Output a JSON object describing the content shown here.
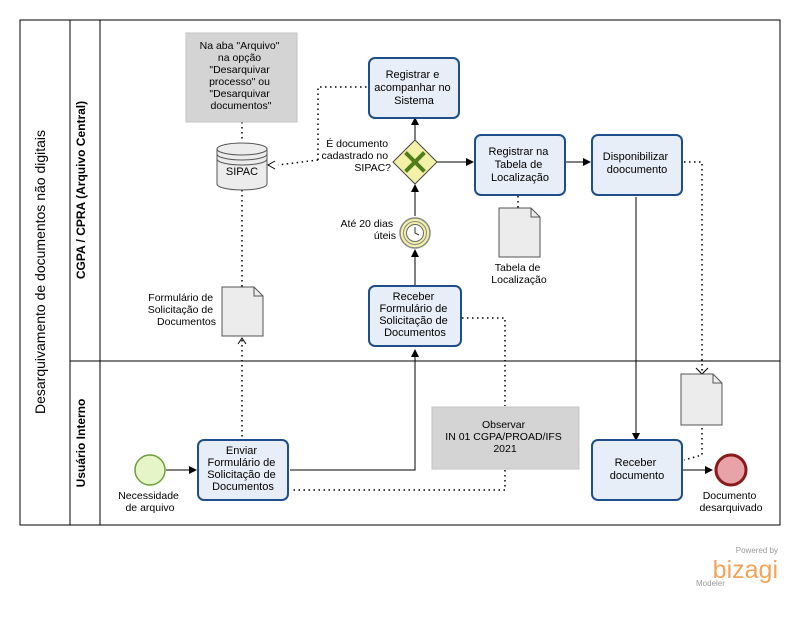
{
  "pool": {
    "title": "Desarquivamento de documentos não digitais"
  },
  "lanes": [
    {
      "label": "CGPA / CPRA (Arquivo Central)"
    },
    {
      "label": "Usuário Interno"
    }
  ],
  "tasks": {
    "registrar_acompanhar": [
      "Registrar e",
      "acompanhar no",
      "Sistema"
    ],
    "registrar_tabela": [
      "Registrar na",
      "Tabela de",
      "Localização"
    ],
    "disponibilizar": [
      "Disponibilizar",
      "doocumento"
    ],
    "receber_formulario": [
      "Receber",
      "Formulário de",
      "Solicitação de",
      "Documentos"
    ],
    "enviar_formulario": [
      "Enviar",
      "Formulário de",
      "Solicitação de",
      "Documentos"
    ],
    "receber_documento": [
      "Receber",
      "documento"
    ]
  },
  "annotations": {
    "arquivo": [
      "Na aba \"Arquivo\"",
      "na opção",
      "\"Desarquivar",
      "processo\" ou",
      "\"Desarquivar",
      "documentos\""
    ],
    "observar": [
      "Observar",
      "IN 01 CGPA/PROAD/IFS",
      "2021"
    ]
  },
  "datastore": {
    "label": "SIPAC"
  },
  "gateway": {
    "label": [
      "É documento",
      "cadastrado no",
      "SIPAC?"
    ]
  },
  "timer": {
    "label": [
      "Até 20 dias",
      "úteis"
    ]
  },
  "documents": {
    "formulario": [
      "Formulário de",
      "Solicitação de",
      "Documentos"
    ],
    "tabela": [
      "Tabela de",
      "Localização"
    ]
  },
  "events": {
    "start": [
      "Necessidade",
      "de arquivo"
    ],
    "end": [
      "Documento",
      "desarquivado"
    ]
  },
  "branding": {
    "powered": "Powered by",
    "brand": "bizagi",
    "product": "Modeler"
  },
  "colors": {
    "task_fill": "#e8eef7",
    "task_stroke": "#1f4e8c",
    "start_fill": "#e6f5c7",
    "start_stroke": "#6d9f3a",
    "end_fill": "#e8a3a8",
    "end_stroke": "#8b1a1a",
    "gateway_fill": "#f3f0a8",
    "gateway_x": "#4f7f1a",
    "annotation_fill": "#d4d4d4",
    "brand": "#f4a35a"
  }
}
